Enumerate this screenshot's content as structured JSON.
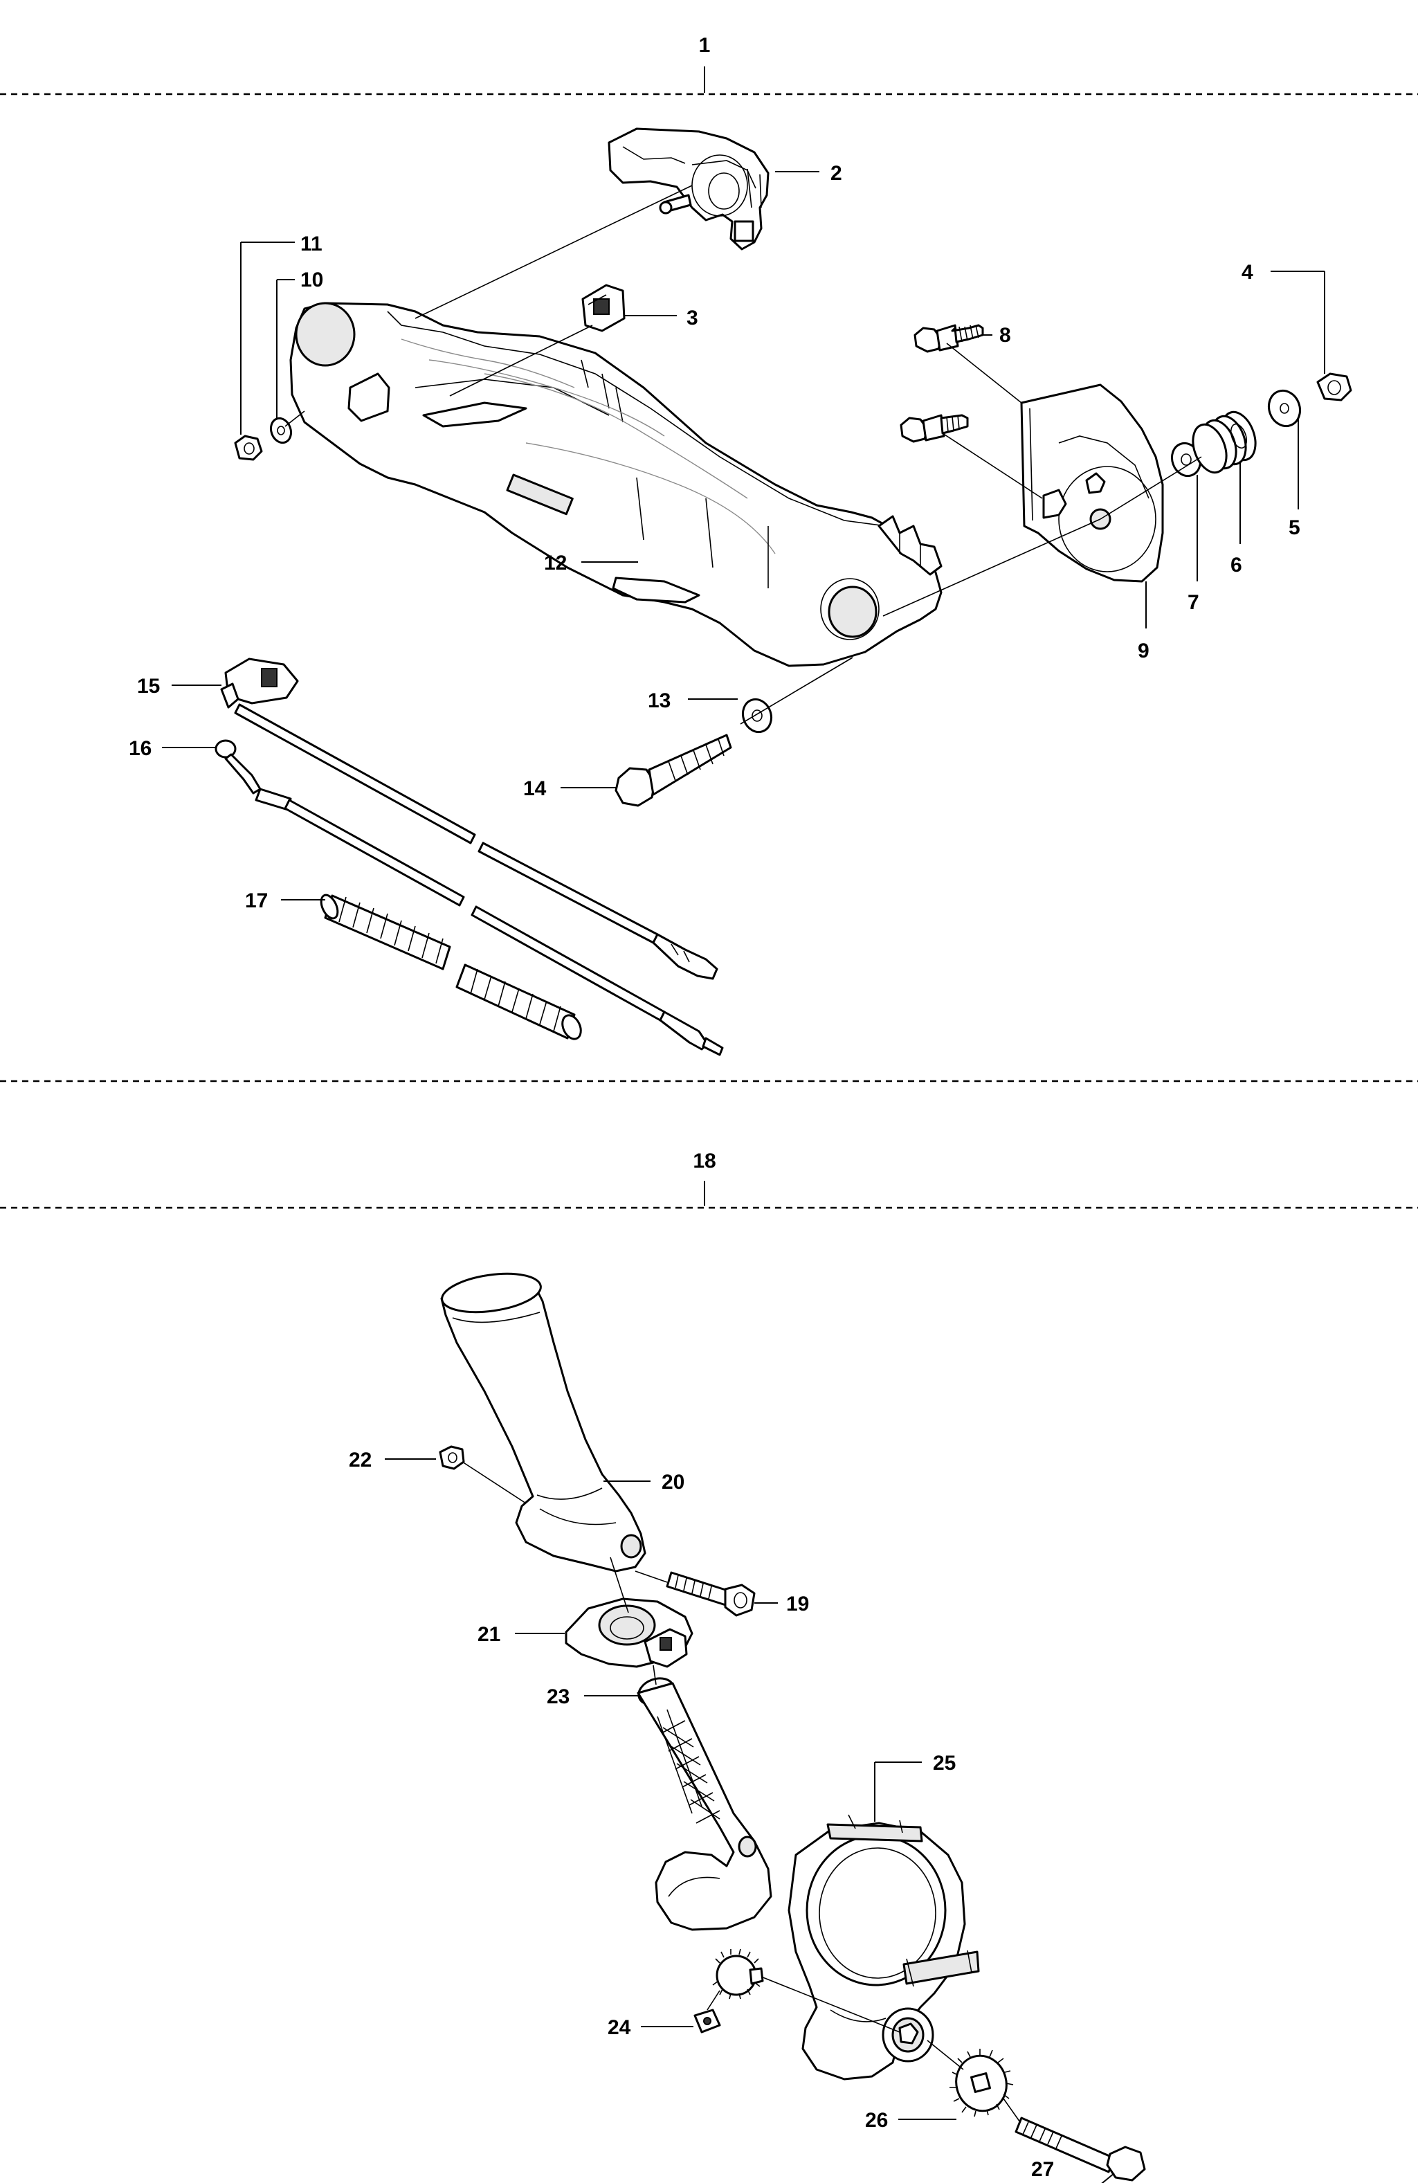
{
  "groups": [
    {
      "label": "1"
    },
    {
      "label": "18"
    }
  ],
  "callouts": [
    "2",
    "3",
    "4",
    "5",
    "6",
    "7",
    "8",
    "9",
    "10",
    "11",
    "12",
    "13",
    "14",
    "15",
    "16",
    "17",
    "19",
    "20",
    "21",
    "22",
    "23",
    "24",
    "25",
    "26",
    "27"
  ]
}
